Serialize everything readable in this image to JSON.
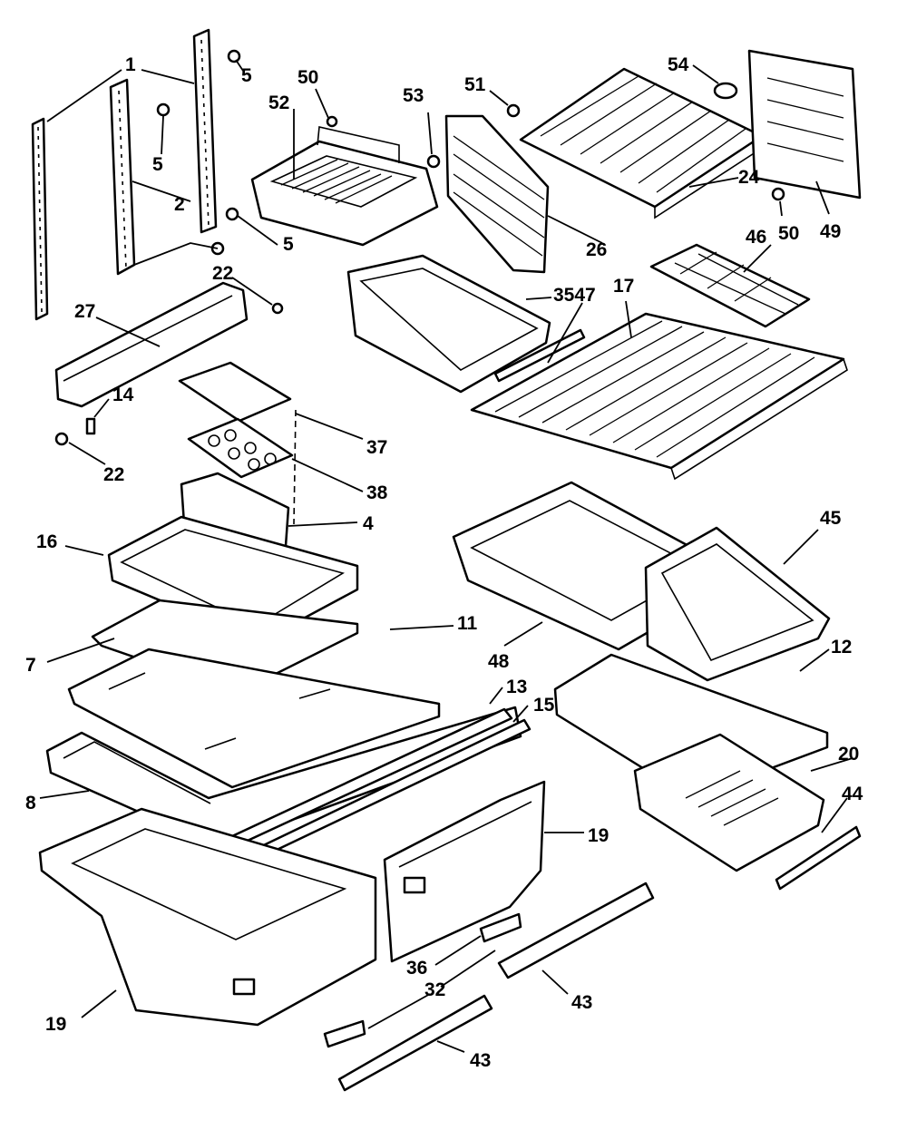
{
  "callouts": [
    {
      "id": "c1",
      "text": "1"
    },
    {
      "id": "c2",
      "text": "2"
    },
    {
      "id": "c5a",
      "text": "5"
    },
    {
      "id": "c5b",
      "text": "5"
    },
    {
      "id": "c5c",
      "text": "5"
    },
    {
      "id": "c50a",
      "text": "50"
    },
    {
      "id": "c52",
      "text": "52"
    },
    {
      "id": "c53",
      "text": "53"
    },
    {
      "id": "c51",
      "text": "51"
    },
    {
      "id": "c54",
      "text": "54"
    },
    {
      "id": "c24",
      "text": "24"
    },
    {
      "id": "c26",
      "text": "26"
    },
    {
      "id": "c50b",
      "text": "50"
    },
    {
      "id": "c49",
      "text": "49"
    },
    {
      "id": "c46",
      "text": "46"
    },
    {
      "id": "c3547",
      "text": "3547"
    },
    {
      "id": "c17",
      "text": "17"
    },
    {
      "id": "c22a",
      "text": "22"
    },
    {
      "id": "c27",
      "text": "27"
    },
    {
      "id": "c14",
      "text": "14"
    },
    {
      "id": "c22b",
      "text": "22"
    },
    {
      "id": "c37",
      "text": "37"
    },
    {
      "id": "c38",
      "text": "38"
    },
    {
      "id": "c4",
      "text": "4"
    },
    {
      "id": "c16",
      "text": "16"
    },
    {
      "id": "c45",
      "text": "45"
    },
    {
      "id": "c11",
      "text": "11"
    },
    {
      "id": "c7",
      "text": "7"
    },
    {
      "id": "c48",
      "text": "48"
    },
    {
      "id": "c12",
      "text": "12"
    },
    {
      "id": "c13",
      "text": "13"
    },
    {
      "id": "c15",
      "text": "15"
    },
    {
      "id": "c20",
      "text": "20"
    },
    {
      "id": "c8",
      "text": "8"
    },
    {
      "id": "c44",
      "text": "44"
    },
    {
      "id": "c19a",
      "text": "19"
    },
    {
      "id": "c36",
      "text": "36"
    },
    {
      "id": "c32",
      "text": "32"
    },
    {
      "id": "c43a",
      "text": "43"
    },
    {
      "id": "c19b",
      "text": "19"
    },
    {
      "id": "c43b",
      "text": "43"
    }
  ]
}
